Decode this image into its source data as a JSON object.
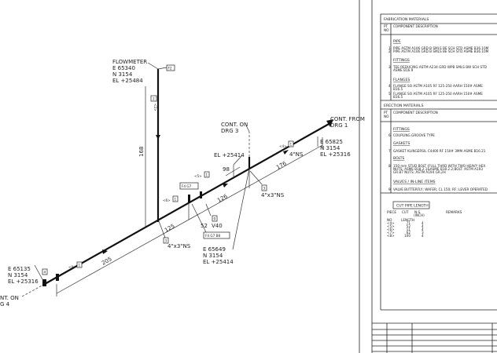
{
  "drawing": {
    "flowmeter": {
      "title": "FLOWMETER",
      "e": "E 65340",
      "n": "N 3154",
      "el": "EL +25484",
      "tag": "F2"
    },
    "riser": {
      "length": "168",
      "piece": "<2>",
      "tag": "2"
    },
    "cont_on_drg3": {
      "line1": "CONT. ON",
      "line2": "DRG 3"
    },
    "cont_from_drg1": {
      "line1": "CONT. FROM",
      "line2": "DRG 1"
    },
    "cont_on_drg4": {
      "line1": "NT. ON",
      "line2": "G 4"
    },
    "branch_el": "EL +25414",
    "dim_98": "98",
    "piece4": {
      "label": "<4>",
      "tag": "1",
      "size": "4\"NS"
    },
    "piece5": {
      "label": "<5>",
      "tag": "1"
    },
    "piece6": {
      "label": "<6>",
      "tag": "1"
    },
    "piece8": {
      "label": "<8>",
      "tag": "1"
    },
    "dims": {
      "d205": "205",
      "d125": "125",
      "d126": "126",
      "d176": "176",
      "d52": "52"
    },
    "right_end": {
      "e": "E 65825",
      "n": "N 3154",
      "el": "EL +25316"
    },
    "left_end": {
      "e": "E 65135",
      "n": "N 3154",
      "el": "EL +25316",
      "tag": "4"
    },
    "tee_mid": {
      "e": "E 65649",
      "n": "N 3154",
      "el": "EL +25414"
    },
    "tee1": {
      "tag": "3",
      "size": "4\"x3\"NS"
    },
    "tee2": {
      "tag": "3",
      "size": "4\"x3\"NS"
    },
    "f4g7": "F4 G7",
    "f4g7b8": "F4 G7 B8",
    "valve": {
      "tag": "9",
      "code": "V40"
    }
  },
  "fabrication": {
    "title": "FABRICATION MATERIALS",
    "col_pt": "PT",
    "col_no": "NO",
    "col_desc": "COMPONENT DESCRIPTION",
    "sections": [
      {
        "name": "PIPE",
        "items": [
          {
            "pt": "1",
            "desc": "PIPE ASTM A106 GRD B SMLS BE SCH STD ASME B36.10M"
          },
          {
            "pt": "2",
            "desc": "PIPE ASTM A106 GRD B SMLS BE SCH STD ASME B36.10M"
          }
        ]
      },
      {
        "name": "FITTINGS",
        "items": [
          {
            "pt": "3",
            "desc": "TEE REDUCING ASTM A234 GRD WPB SMLS BW SCH STD",
            "desc2": "ASME B16.9"
          }
        ]
      },
      {
        "name": "FLANGES",
        "items": [
          {
            "pt": "4",
            "desc": "FLANGE SO ASTM A105 RF 125-250 AARH 150# ASME",
            "desc2": "B16.5"
          },
          {
            "pt": "5",
            "desc": "FLANGE SO ASTM A105 RF 125-250 AARH 150# ASME",
            "desc2": "B16.5"
          }
        ]
      }
    ]
  },
  "erection": {
    "title": "ERECTION MATERIALS",
    "col_pt": "PT",
    "col_no": "NO",
    "col_desc": "COMPONENT DESCRIPTION",
    "sections": [
      {
        "name": "FITTINGS",
        "items": [
          {
            "pt": "6",
            "desc": "COUPLING GROOVE TYPE"
          }
        ]
      },
      {
        "name": "GASKETS",
        "items": [
          {
            "pt": "7",
            "desc": "GASKET KLINGERSIL C4400 RF 150# 3MM ASME B16.21"
          }
        ]
      },
      {
        "name": "BOLTS",
        "items": [
          {
            "pt": "8",
            "desc": "150 mm STUD BOLT (FULL THRD WITH TWO HEAVY HEX",
            "desc2": "NUTS; ASME B18.2.1&ASME B18.2.2;BOLT: ASTM A193",
            "desc3": "GR.B7 NUTS: ASTM A194 GR.2H"
          }
        ]
      },
      {
        "name": "VALVES / IN-LINE ITEMS",
        "items": [
          {
            "pt": "9",
            "desc": "VALVE BUTTERFLY; WAFER; CL 150; RF; LEVER OPERATED"
          }
        ]
      }
    ]
  },
  "cut_pipe": {
    "title": "CUT PIPE LENGTH",
    "headers": {
      "piece": "PIECE",
      "cut": "CUT",
      "ns": "N.S.",
      "inch": "(INCH)",
      "remarks": "REMARKS",
      "no": "NO",
      "length": "LENGTH"
    },
    "rows": [
      {
        "piece": "<4>",
        "length": "71",
        "ns": "4"
      },
      {
        "piece": "<5>",
        "length": "52",
        "ns": "4"
      },
      {
        "piece": "<6>",
        "length": "11",
        "ns": "4"
      },
      {
        "piece": "<7>",
        "length": "62",
        "ns": "3"
      },
      {
        "piece": "<8>",
        "length": "100",
        "ns": "4"
      }
    ]
  }
}
